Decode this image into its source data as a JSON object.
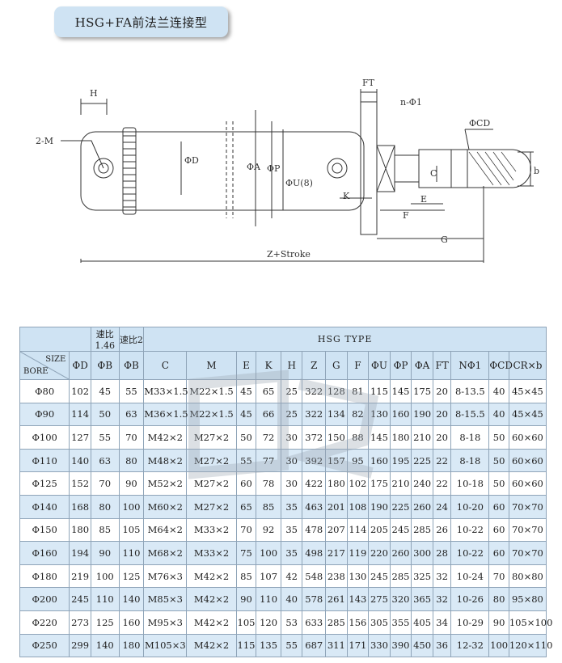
{
  "title": "HSG+FA前法兰连接型",
  "drawing": {
    "labels": {
      "h": "H",
      "m": "2-M",
      "d": "ΦD",
      "a": "ΦA",
      "p": "ΦP",
      "u": "ΦU(8)",
      "ft": "FT",
      "n": "n-Φ1",
      "cd": "ΦCD",
      "c": "C",
      "b": "b",
      "k": "K",
      "e": "E",
      "f": "F",
      "g": "G",
      "z": "Z+Stroke"
    }
  },
  "table": {
    "sub_headers": [
      "速比1.46",
      "速比2"
    ],
    "type_title": "HSG      TYPE",
    "corner_size": "SIZE",
    "corner_bore": "BORE",
    "columns": [
      "ΦD",
      "ΦB",
      "ΦB",
      "C",
      "M",
      "E",
      "K",
      "H",
      "Z",
      "G",
      "F",
      "ΦU",
      "ΦP",
      "ΦA",
      "FT",
      "NΦ1",
      "ΦCD",
      "CR×b"
    ],
    "rows": [
      [
        "Φ80",
        "102",
        "45",
        "55",
        "M33×1.5",
        "M22×1.5",
        "45",
        "65",
        "25",
        "322",
        "128",
        "81",
        "115",
        "145",
        "175",
        "20",
        "8-13.5",
        "40",
        "45×45"
      ],
      [
        "Φ90",
        "114",
        "50",
        "63",
        "M36×1.5",
        "M22×1.5",
        "45",
        "66",
        "25",
        "322",
        "134",
        "82",
        "130",
        "160",
        "190",
        "20",
        "8-15.5",
        "40",
        "45×45"
      ],
      [
        "Φ100",
        "127",
        "55",
        "70",
        "M42×2",
        "M27×2",
        "50",
        "72",
        "30",
        "372",
        "150",
        "88",
        "145",
        "180",
        "210",
        "20",
        "8-18",
        "50",
        "60×60"
      ],
      [
        "Φ110",
        "140",
        "63",
        "80",
        "M48×2",
        "M27×2",
        "55",
        "77",
        "30",
        "392",
        "157",
        "95",
        "160",
        "195",
        "225",
        "22",
        "8-18",
        "50",
        "60×60"
      ],
      [
        "Φ125",
        "152",
        "70",
        "90",
        "M52×2",
        "M27×2",
        "60",
        "78",
        "30",
        "422",
        "180",
        "102",
        "175",
        "210",
        "240",
        "22",
        "10-18",
        "50",
        "60×60"
      ],
      [
        "Φ140",
        "168",
        "80",
        "100",
        "M60×2",
        "M27×2",
        "65",
        "85",
        "35",
        "463",
        "201",
        "108",
        "190",
        "225",
        "260",
        "24",
        "10-20",
        "60",
        "70×70"
      ],
      [
        "Φ150",
        "180",
        "85",
        "105",
        "M64×2",
        "M33×2",
        "70",
        "92",
        "35",
        "478",
        "207",
        "114",
        "205",
        "245",
        "285",
        "26",
        "10-22",
        "60",
        "70×70"
      ],
      [
        "Φ160",
        "194",
        "90",
        "110",
        "M68×2",
        "M33×2",
        "75",
        "100",
        "35",
        "498",
        "217",
        "119",
        "220",
        "260",
        "300",
        "28",
        "10-22",
        "60",
        "70×70"
      ],
      [
        "Φ180",
        "219",
        "100",
        "125",
        "M76×3",
        "M42×2",
        "85",
        "107",
        "42",
        "548",
        "238",
        "130",
        "245",
        "285",
        "325",
        "32",
        "10-24",
        "70",
        "80×80"
      ],
      [
        "Φ200",
        "245",
        "110",
        "140",
        "M85×3",
        "M42×2",
        "90",
        "110",
        "40",
        "578",
        "261",
        "143",
        "275",
        "320",
        "365",
        "32",
        "10-26",
        "80",
        "95×80"
      ],
      [
        "Φ220",
        "273",
        "125",
        "160",
        "M95×3",
        "M42×2",
        "105",
        "120",
        "53",
        "633",
        "285",
        "156",
        "305",
        "355",
        "405",
        "34",
        "10-29",
        "90",
        "105×100"
      ],
      [
        "Φ250",
        "299",
        "140",
        "180",
        "M105×3",
        "M42×2",
        "115",
        "135",
        "55",
        "687",
        "311",
        "171",
        "330",
        "390",
        "450",
        "36",
        "12-32",
        "100",
        "120×110"
      ]
    ]
  }
}
